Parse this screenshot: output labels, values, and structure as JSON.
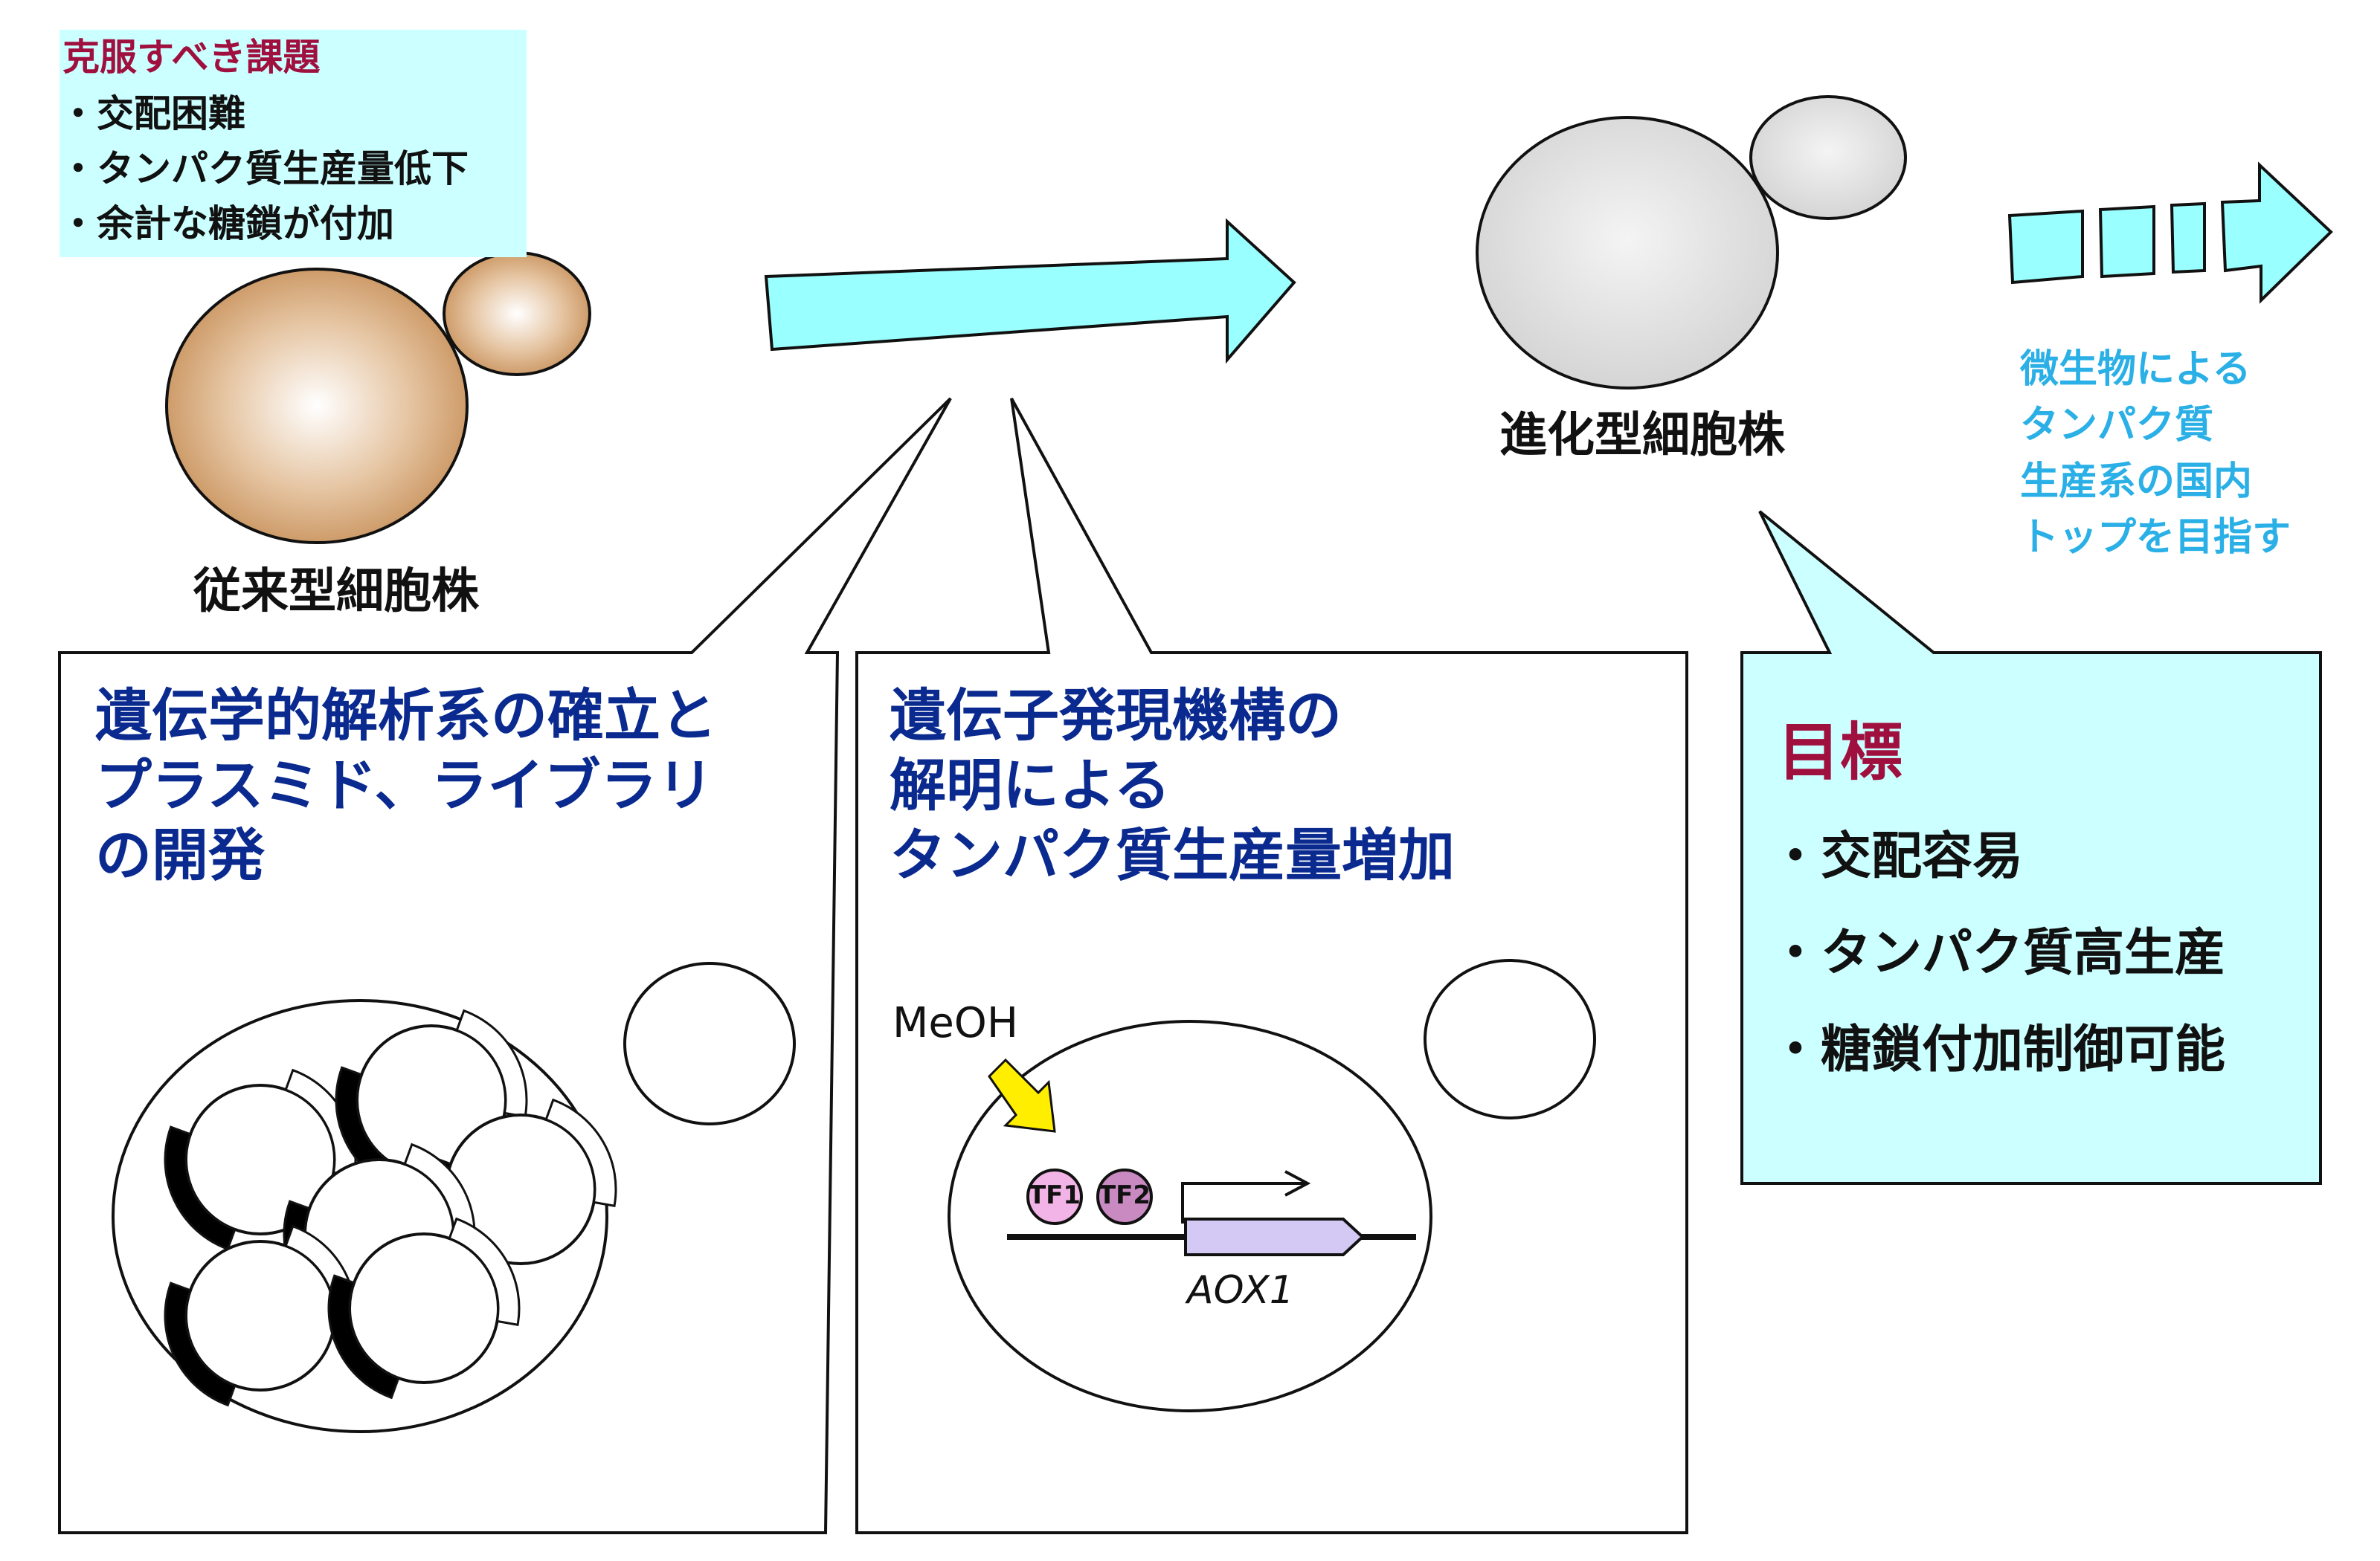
{
  "challenges": {
    "title": "克服すべき課題",
    "items": [
      "・交配困難",
      "・タンパク質生産量低下",
      "・余計な糖鎖が付加"
    ]
  },
  "strains": {
    "conventional": "従来型細胞株",
    "evolved": "進化型細胞株"
  },
  "panels": {
    "genetics": {
      "title_lines": [
        "遺伝学的解析系の確立と",
        "プラスミド、ライブラリ",
        "の開発"
      ]
    },
    "expression": {
      "title_lines": [
        "遺伝子発現機構の",
        "解明による",
        "タンパク質生産量増加"
      ]
    }
  },
  "expression_diagram": {
    "inducer": "MeOH",
    "tf1": "TF1",
    "tf2": "TF2",
    "gene": "AOX1"
  },
  "goal": {
    "heading": "目標",
    "items": [
      "・交配容易",
      "・タンパク質高生産",
      "・糖鎖付加制御可能"
    ]
  },
  "aim": {
    "lines": [
      "微生物による",
      "タンパク質",
      "生産系の国内",
      "トップを目指す"
    ]
  },
  "colors": {
    "arrow_fill": "#99ffff",
    "conventional_cell": "#c8915b",
    "evolved_cell": "#d0d0d0",
    "challenge_bg": "#ccffff",
    "goal_bg": "#ccffff",
    "panel_title": "#0a2a8f",
    "accent_title": "#a0103f",
    "aim_text": "#2ab0e6",
    "tf1": "#f2b3e6",
    "tf2": "#c98ac2",
    "gene_box": "#d4c9f5",
    "meoh_arrow": "#ffee00"
  }
}
